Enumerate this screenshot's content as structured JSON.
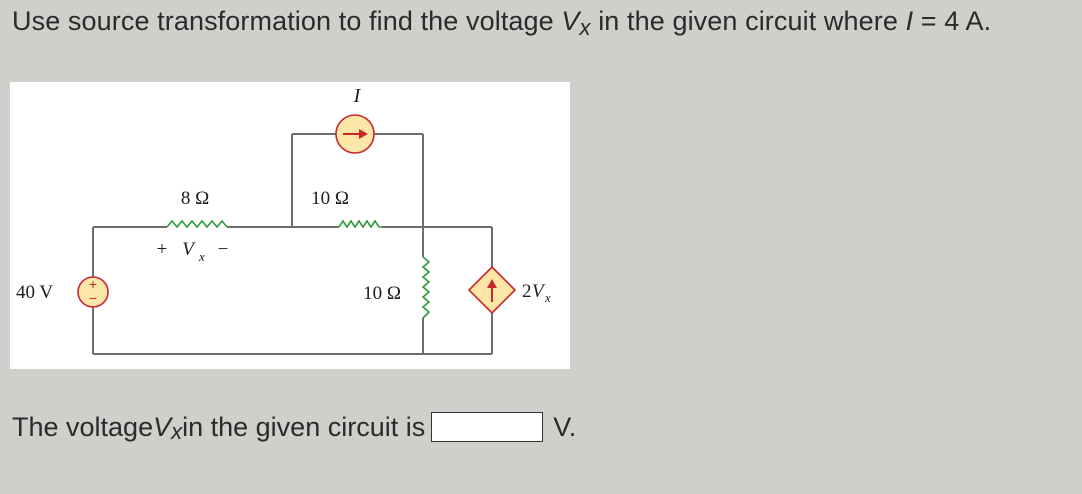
{
  "question": {
    "prefix": "Use source transformation to find the voltage ",
    "var_main": "V",
    "var_sub": "x",
    "middle": " in the given circuit where ",
    "current_symbol": "I",
    "suffix": " = 4 A."
  },
  "circuit": {
    "source_voltage": "40 V",
    "source_plus": "+",
    "source_minus": "−",
    "r1": "8 Ω",
    "r2": "10 Ω",
    "r3": "10 Ω",
    "current_source_label": "I",
    "vx_plus": "+",
    "vx_main": "V",
    "vx_sub": "x",
    "vx_minus": "−",
    "dep_coef": "2",
    "dep_main": "V",
    "dep_sub": "x",
    "colors": {
      "wire": "#6e6e6e",
      "source_fill": "#fde7a8",
      "source_stroke": "#c8262a",
      "resistor": "#2e9a3e"
    }
  },
  "answer": {
    "prefix": "The voltage ",
    "var_main": "V",
    "var_sub": "x",
    "middle": " in the given circuit is",
    "input_value": "",
    "unit": "V."
  }
}
